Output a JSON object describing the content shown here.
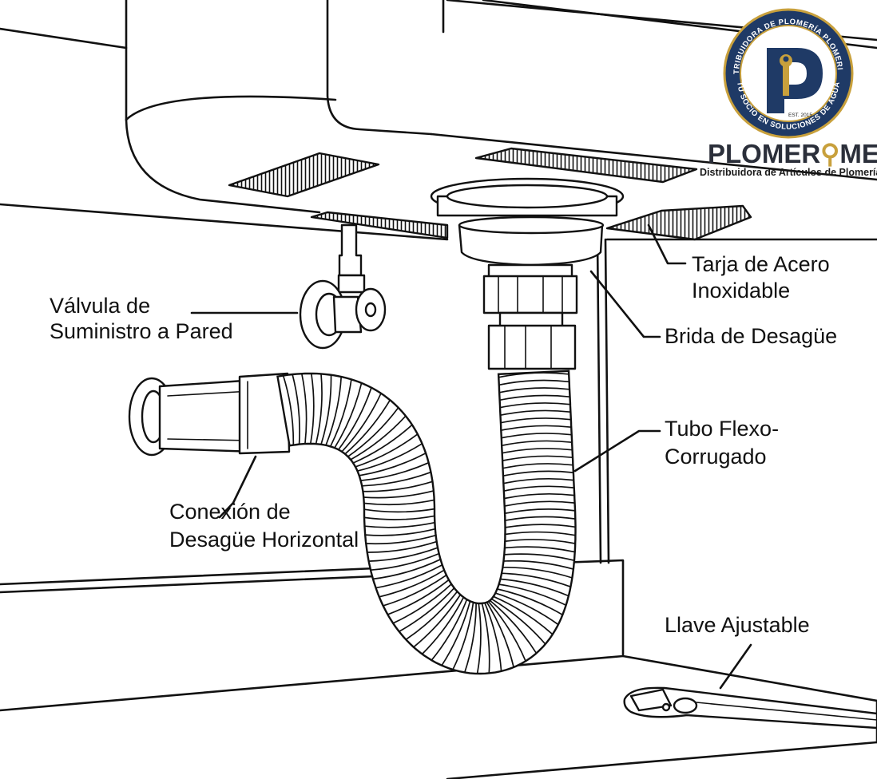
{
  "labels": {
    "tarja_line1": "Tarja de Acero",
    "tarja_line2": "Inoxidable",
    "brida": "Brida de Desagüe",
    "valvula_line1": "Válvula de",
    "valvula_line2": "Suministro a Pared",
    "tubo_line1": "Tubo Flexo-",
    "tubo_line2": "Corrugado",
    "conexion_line1": "Conexión de",
    "conexion_line2": "Desagüe Horizontal",
    "llave": "Llave Ajustable"
  },
  "logo": {
    "brand_left": "PLOMER",
    "brand_right": "MEX",
    "tagline": "Distribuidora de Artículos de Plomería",
    "ring_top": "DISTRIBUIDORA DE PLOMERÍA PLOMERIMEX",
    "ring_bottom": "TU SOCIO EN SOLUCIONES DE AGUA",
    "est": "EST. 2015"
  },
  "colors": {
    "navy": "#1f3a66",
    "gold": "#c8a03c",
    "ink": "#111111"
  }
}
